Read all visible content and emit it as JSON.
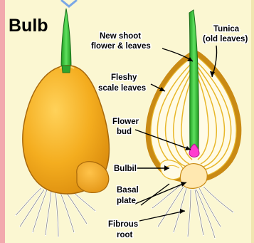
{
  "diagram": {
    "title": "Bulb",
    "labels": {
      "new_shoot": [
        "New shoot",
        "flower & leaves"
      ],
      "tunica": [
        "Tunica",
        "(old leaves)"
      ],
      "fleshy": [
        "Fleshy",
        "scale leaves"
      ],
      "flower_bud": [
        "Flower",
        "bud"
      ],
      "bulbil": "Bulbil",
      "basal_plate": [
        "Basal",
        "plate"
      ],
      "fibrous_root": [
        "Fibrous",
        "root"
      ]
    },
    "colors": {
      "background": "#fbf7d2",
      "left_border": "#f2a9ad",
      "bulb_fill": "#f2ab1e",
      "bulb_shade": "#e0910c",
      "section_fill": "#fffbe6",
      "scale_lines": "#e8b72a",
      "tunica": "#c98a14",
      "shoot": "#35c535",
      "bud": "#ff3ccf",
      "roots": "#ffffff"
    }
  }
}
